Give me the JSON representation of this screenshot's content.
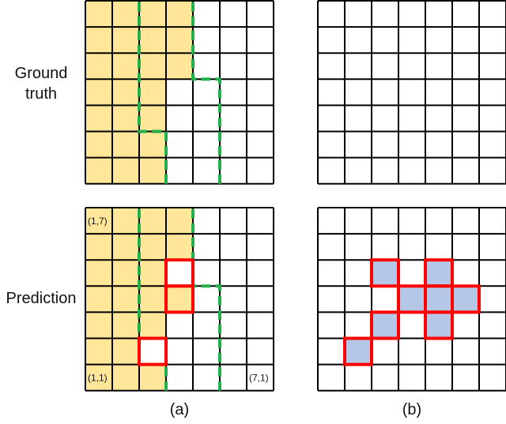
{
  "row_labels": {
    "ground_truth": [
      "Ground",
      "truth"
    ],
    "prediction": "Prediction"
  },
  "panel_labels": {
    "a": "(a)",
    "b": "(b)"
  },
  "colors": {
    "fill_yellow": "#FFE699",
    "fill_blue": "#B4C7E7",
    "grid_line": "#000000",
    "error_outline": "#FF0000",
    "boundary_dash": "#22B04C"
  },
  "grid": {
    "rows": 7,
    "cols": 7
  },
  "panels": {
    "a_ground_truth": {
      "yellow_cols_per_row": [
        4,
        4,
        4,
        3,
        3,
        3,
        3
      ],
      "boundary_lines": [
        [
          [
            3,
            0
          ],
          [
            3,
            2
          ],
          [
            2,
            2
          ],
          [
            2,
            7
          ]
        ],
        [
          [
            5,
            0
          ],
          [
            5,
            4
          ],
          [
            4,
            4
          ],
          [
            4,
            7
          ]
        ]
      ]
    },
    "a_prediction": {
      "yellow_cells": [
        [
          0,
          0
        ],
        [
          0,
          1
        ],
        [
          0,
          2
        ],
        [
          0,
          3
        ],
        [
          1,
          0
        ],
        [
          1,
          1
        ],
        [
          1,
          2
        ],
        [
          1,
          3
        ],
        [
          2,
          0
        ],
        [
          2,
          1
        ],
        [
          2,
          2
        ],
        [
          3,
          0
        ],
        [
          3,
          1
        ],
        [
          3,
          2
        ],
        [
          3,
          3
        ],
        [
          4,
          0
        ],
        [
          4,
          1
        ],
        [
          4,
          2
        ],
        [
          5,
          0
        ],
        [
          5,
          1
        ],
        [
          6,
          0
        ],
        [
          6,
          1
        ],
        [
          6,
          2
        ]
      ],
      "red_cells": [
        [
          2,
          3
        ],
        [
          3,
          3
        ],
        [
          5,
          2
        ]
      ],
      "boundary_lines": [
        [
          [
            3,
            0
          ],
          [
            3,
            2
          ],
          [
            2,
            2
          ],
          [
            2,
            7
          ]
        ],
        [
          [
            5,
            0
          ],
          [
            5,
            4
          ],
          [
            4,
            4
          ],
          [
            4,
            7
          ]
        ]
      ],
      "coord_labels": [
        {
          "text": "(1,7)",
          "row": 0,
          "col": 0
        },
        {
          "text": "(1,1)",
          "row": 6,
          "col": 0
        },
        {
          "text": "(7,1)",
          "row": 6,
          "col": 6
        }
      ]
    },
    "b_ground_truth": {
      "cells": []
    },
    "b_prediction": {
      "blue_red_cells": [
        [
          2,
          2
        ],
        [
          2,
          4
        ],
        [
          3,
          3
        ],
        [
          3,
          4
        ],
        [
          3,
          5
        ],
        [
          4,
          2
        ],
        [
          4,
          4
        ],
        [
          5,
          1
        ]
      ]
    }
  }
}
